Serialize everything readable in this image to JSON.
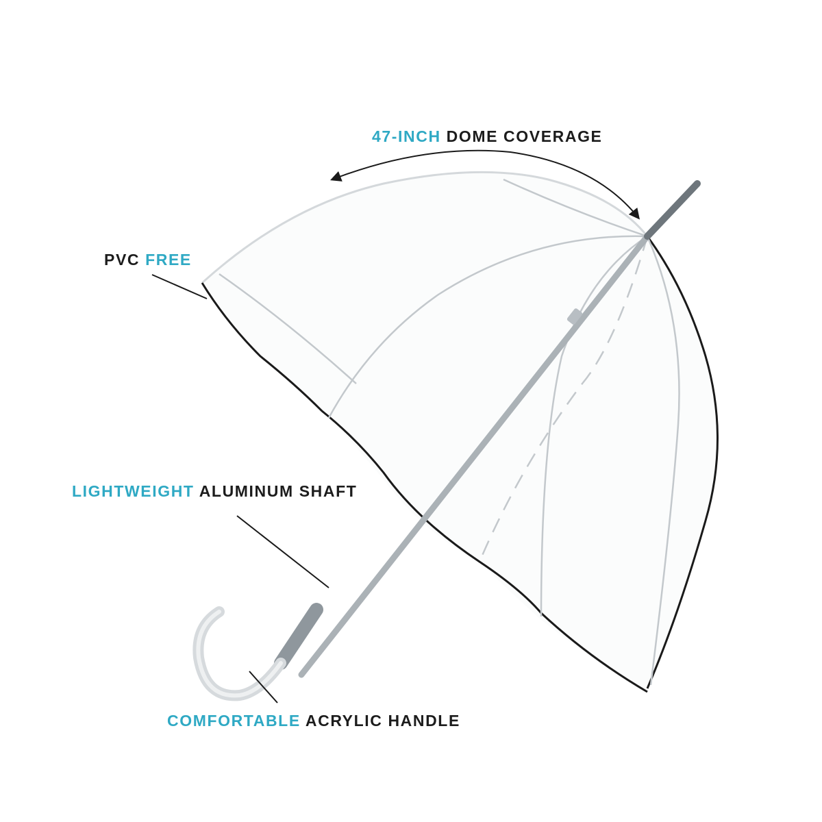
{
  "palette": {
    "accent": "#2fa9c4",
    "text_dark": "#1c1c1c",
    "background": "#ffffff",
    "rim": "#1a1a1a"
  },
  "callouts": {
    "dome": {
      "highlight": "47-INCH",
      "rest": "DOME COVERAGE"
    },
    "pvc": {
      "lead": "PVC",
      "highlight": "FREE"
    },
    "shaft": {
      "highlight": "LIGHTWEIGHT",
      "rest": "ALUMINUM SHAFT"
    },
    "handle": {
      "highlight": "COMFORTABLE",
      "rest": "ACRYLIC HANDLE"
    }
  },
  "product": {
    "subject": "clear dome umbrella"
  }
}
